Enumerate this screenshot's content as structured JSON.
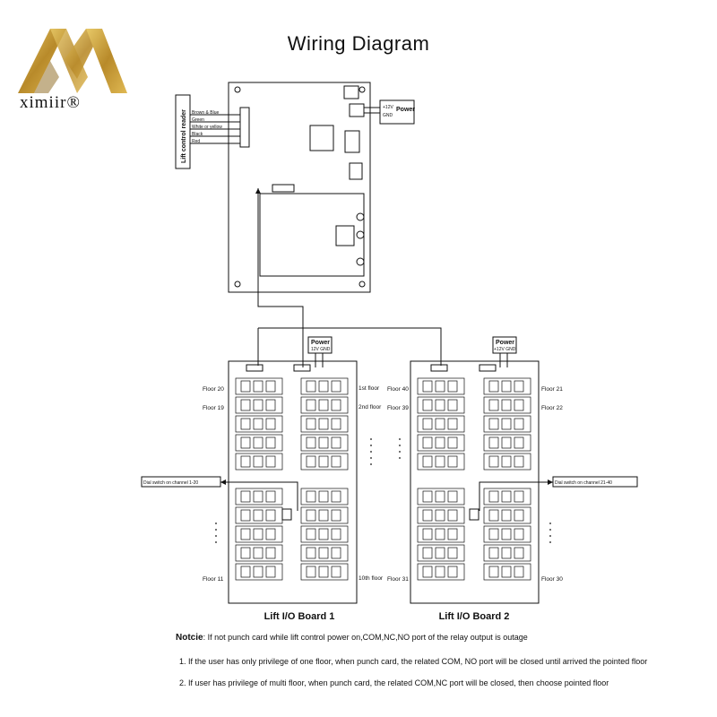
{
  "title": "Wiring Diagram",
  "brand": "ximiir®",
  "controller": {
    "reader_label": "Lift control reader",
    "wires": [
      "Brown & Blue",
      "Green",
      "White or yellow",
      "Black",
      "Red"
    ],
    "power_label": "Power",
    "power_pins": [
      "+12V",
      "GND"
    ]
  },
  "boards": [
    {
      "name": "Lift I/O Board 1",
      "power_label": "Power",
      "power_pins": "12V GND",
      "dial_switch": "Dial switch on channel 1-20",
      "left_floors": [
        "Floor 20",
        "Floor 19",
        "Floor 11"
      ],
      "right_floors": [
        "1st floor",
        "2nd floor",
        "10th floor"
      ]
    },
    {
      "name": "Lift I/O Board 2",
      "power_label": "Power",
      "power_pins": "+12V GND",
      "dial_switch": "Dial switch on channel 21-40",
      "left_floors": [
        "Floor 40",
        "Floor 39",
        "Floor 31"
      ],
      "right_floors": [
        "Floor 21",
        "Floor 22",
        "Floor 30"
      ]
    }
  ],
  "notes": {
    "keyword": "Notcie",
    "main": ": If not punch card while lift control power on,COM,NC,NO port of the relay output is outage",
    "items": [
      "1. If the user has only privilege of one floor, when punch card, the related COM, NO port will be closed until arrived the pointed floor",
      "2. If user has privilege of multi floor, when punch card, the related COM,NC port will be closed, then choose pointed floor"
    ]
  },
  "colors": {
    "logo_gold": "#c9a23a",
    "line": "#111111"
  }
}
